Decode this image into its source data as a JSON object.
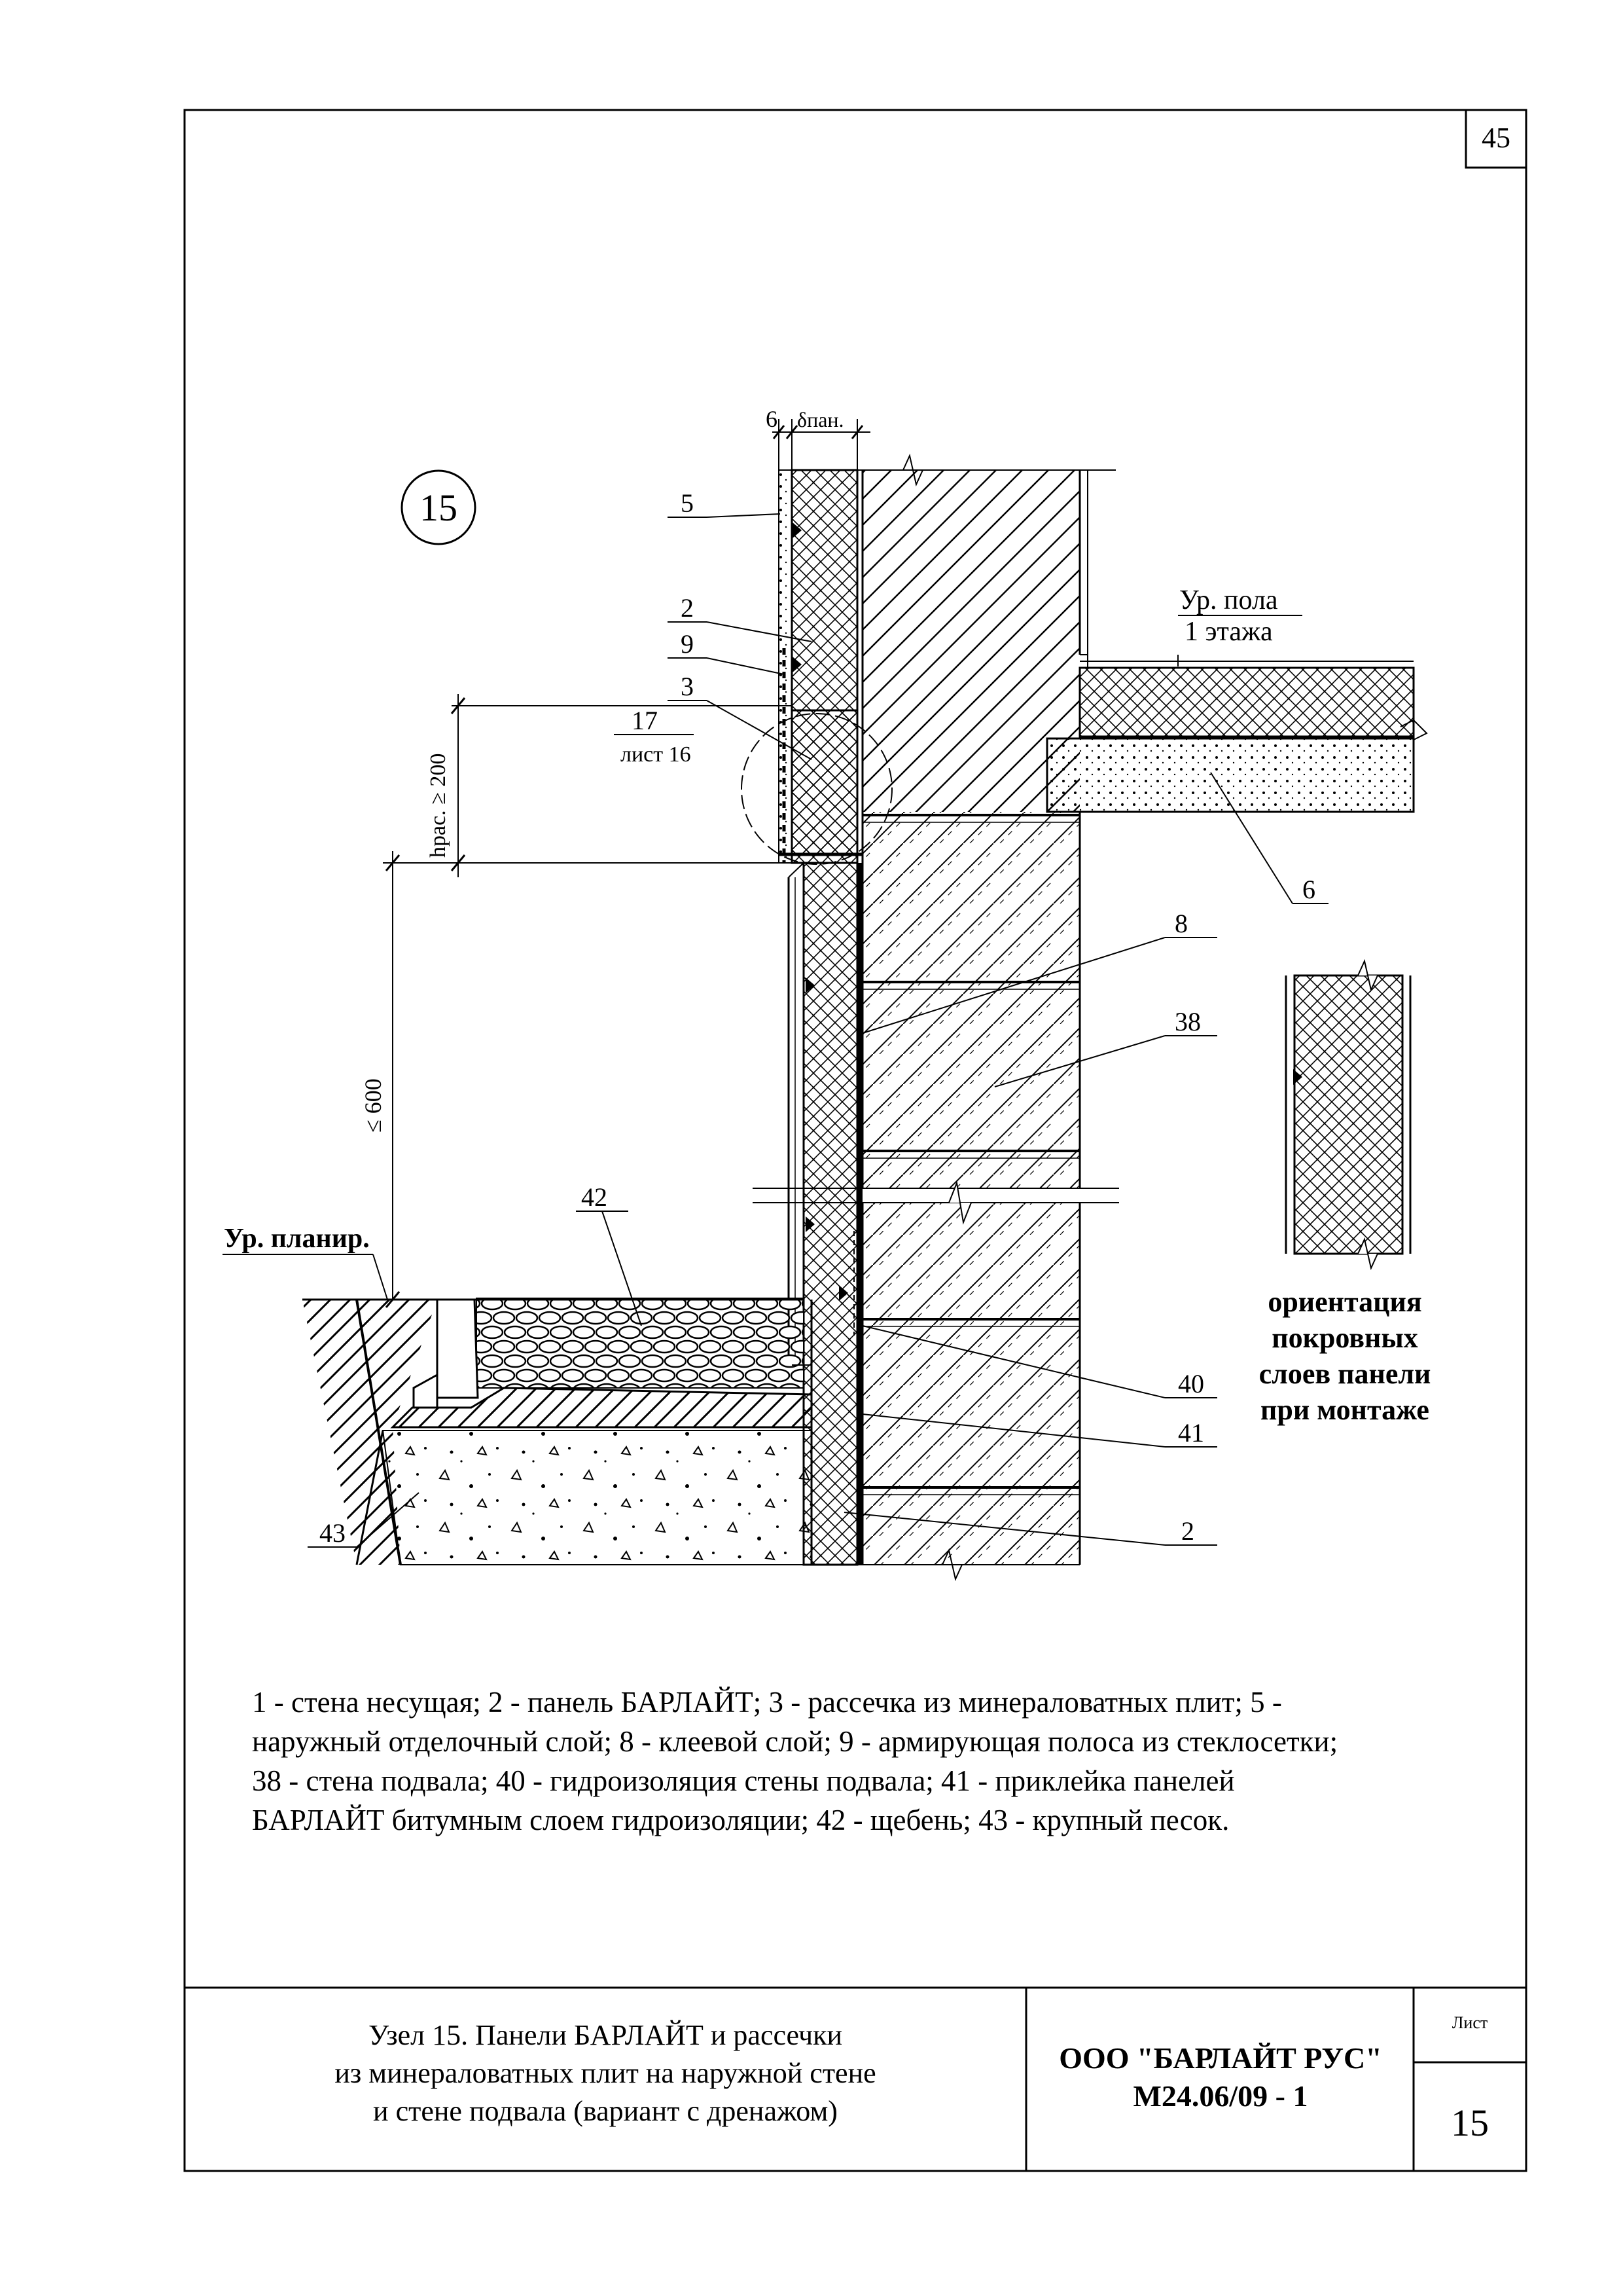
{
  "sheet_top_number": "45",
  "node_number": "15",
  "callouts": {
    "c5": "5",
    "c2_top": "2",
    "c9": "9",
    "c3": "3",
    "c17": "17",
    "c17_ref": "лист 16",
    "c6": "6",
    "c8": "8",
    "c38": "38",
    "c42": "42",
    "c40": "40",
    "c41": "41",
    "c43": "43",
    "c2_bottom": "2"
  },
  "dimensions": {
    "top_6": "6",
    "top_delta": "δпан.",
    "h_ras": "hрас. ≥ 200",
    "le_600": "≤ 600"
  },
  "levels": {
    "floor_line1": "Ур. пола",
    "floor_line2": "1 этажа",
    "grade": "Ур. планир."
  },
  "orientation_note": [
    "ориентация",
    "покровных",
    "слоев панели",
    "при монтаже"
  ],
  "legend": {
    "l1": "1 - стена несущая; 2 - панель БАРЛАЙТ; 3 - рассечка из минераловатных плит; 5 -",
    "l2": "наружный отделочный слой; 8 - клеевой слой;  9 - армирующая полоса из стеклосетки;",
    "l3": "38 - стена подвала; 40 - гидроизоляция стены подвала; 41 - приклейка панелей",
    "l4": "БАРЛАЙТ битумным слоем гидроизоляции; 42 - щебень; 43 - крупный песок."
  },
  "title_block": {
    "caption_1": "Узел 15. Панели БАРЛАЙТ и рассечки",
    "caption_2": "из минераловатных плит на наружной стене",
    "caption_3": "и стене подвала (вариант с дренажом)",
    "company": "ООО \"БАРЛАЙТ РУС\"",
    "code": "М24.06/09 - 1",
    "sheet_label": "Лист",
    "sheet_number": "15"
  }
}
